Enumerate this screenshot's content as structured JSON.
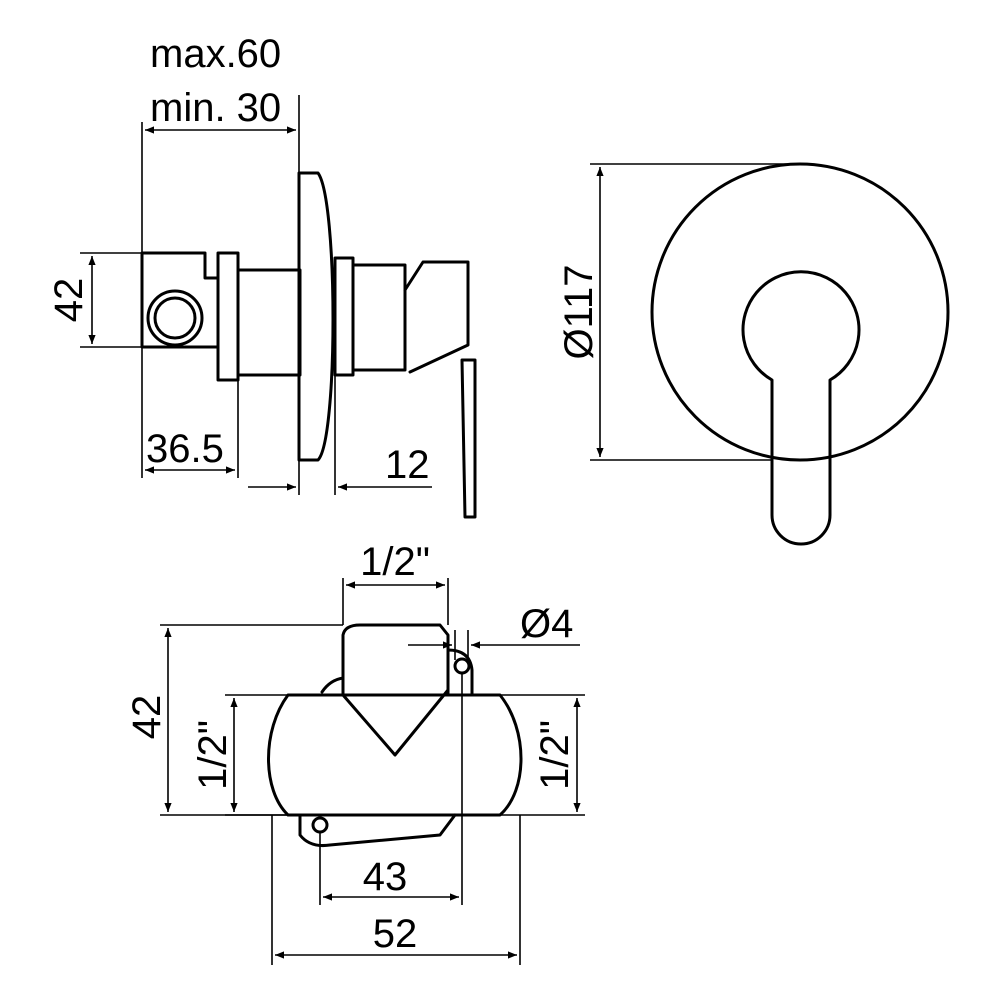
{
  "dimensions": {
    "max_depth": "max.60",
    "min_depth": "min. 30",
    "height_side": "42",
    "offset_36_5": "36.5",
    "plate_12": "12",
    "diameter_117": "Ø117",
    "inlet_top": "1/2\"",
    "hole_d4": "Ø4",
    "height_body": "42",
    "left_port": "1/2\"",
    "right_port": "1/2\"",
    "hole_spacing": "43",
    "body_width": "52"
  }
}
